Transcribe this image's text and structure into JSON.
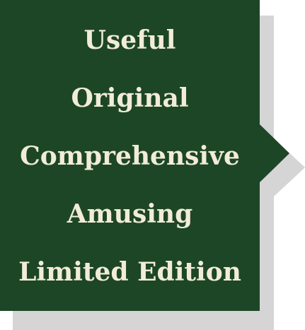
{
  "colors": {
    "panel": "#1d4626",
    "text": "#f1ecd8",
    "shadow": "#d5d5d5"
  },
  "features": [
    "Useful",
    "Original",
    "Comprehensive",
    "Amusing",
    "Limited Edition"
  ]
}
